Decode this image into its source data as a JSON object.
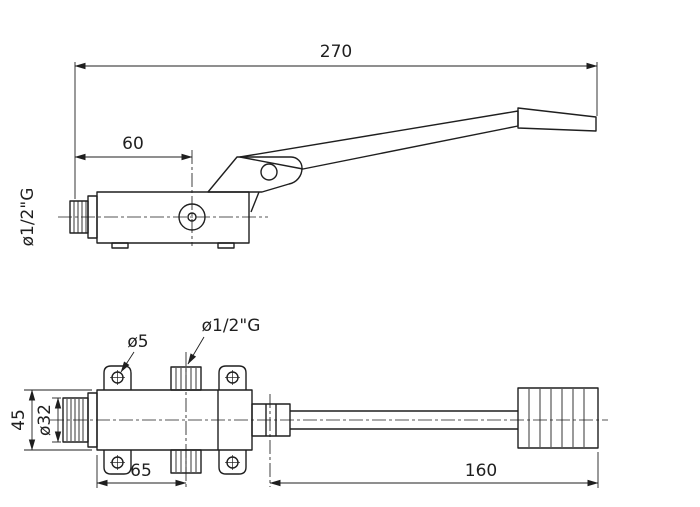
{
  "style": {
    "ink": "#1f1f1f",
    "background": "#ffffff"
  },
  "side_view": {
    "dims": {
      "overall_length": "270",
      "pivot_offset": "60",
      "inlet_thread": "ø1/2\"G"
    }
  },
  "plan_view": {
    "dims": {
      "mounting_hole_diameter": "ø5",
      "port_thread": "ø1/2\"G",
      "body_width": "45",
      "connector_diameter": "ø32",
      "port_offset": "65",
      "pedal_length": "160"
    }
  }
}
